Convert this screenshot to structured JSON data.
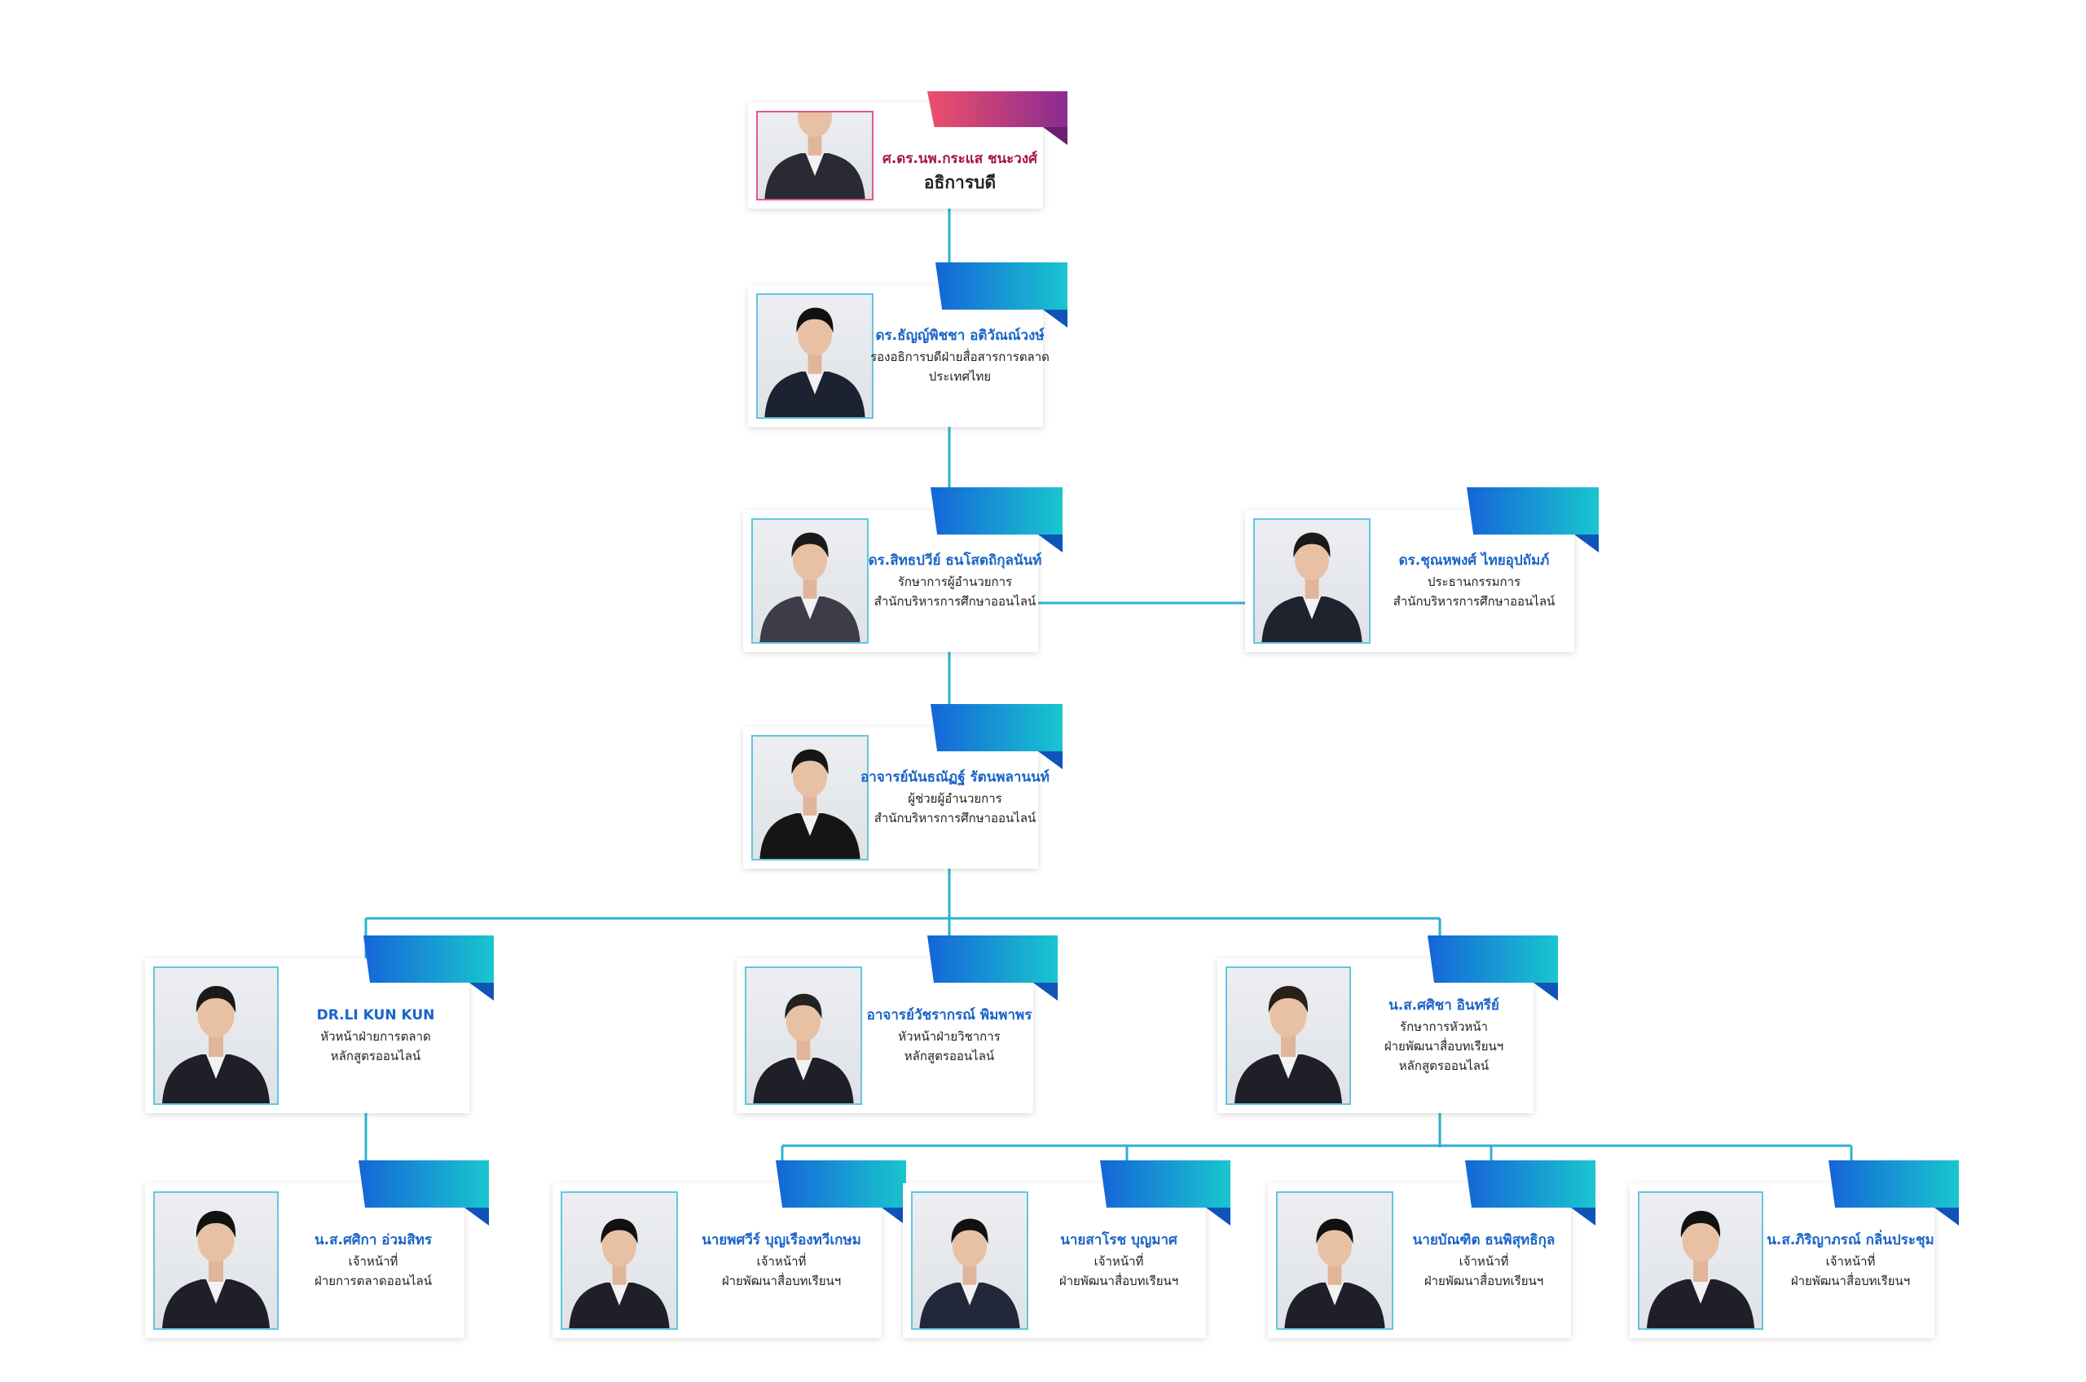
{
  "people": [
    {
      "id": "p1",
      "name": "ศ.ดร.นพ.กระแส ชนะวงศ์",
      "role": [
        "อธิการบดี"
      ]
    },
    {
      "id": "p2",
      "name": "ดร.ธัญญ์พิชชา อติวัณณ์วงษ์",
      "role": [
        "รองอธิการบดีฝ่ายสื่อสารการตลาด",
        "ประเทศไทย"
      ]
    },
    {
      "id": "p3",
      "name": "ดร.สิทธปวีย์ ธนโสตถิกุลนันท์",
      "role": [
        "รักษาการผู้อำนวยการ",
        "สำนักบริหารการศึกษาออนไลน์"
      ]
    },
    {
      "id": "p4",
      "name": "ดร.ชุณหพงศ์ ไทยอุปถัมภ์",
      "role": [
        "ประธานกรรมการ",
        "สำนักบริหารการศึกษาออนไลน์"
      ]
    },
    {
      "id": "p5",
      "name": "อาจารย์นันธณัฏฐ์ รัตนพลานนท์",
      "role": [
        "ผู้ช่วยผู้อำนวยการ",
        "สำนักบริหารการศึกษาออนไลน์"
      ]
    },
    {
      "id": "p6",
      "name": "DR.LI KUN KUN",
      "role": [
        "หัวหน้าฝ่ายการตลาด",
        "หลักสูตรออนไลน์"
      ]
    },
    {
      "id": "p7",
      "name": "อาจารย์วัชรากรณ์ พิมพาพร",
      "role": [
        "หัวหน้าฝ่ายวิชาการ",
        "หลักสูตรออนไลน์"
      ]
    },
    {
      "id": "p8",
      "name": "น.ส.ศศิชา อินทรีย์",
      "role": [
        "รักษาการหัวหน้า",
        "ฝ่ายพัฒนาสื่อบทเรียนฯ",
        "หลักสูตรออนไลน์"
      ]
    },
    {
      "id": "p9",
      "name": "น.ส.ศศิกา อ่วมสิทร",
      "role": [
        "เจ้าหน้าที่",
        "ฝ่ายการตลาดออนไลน์"
      ]
    },
    {
      "id": "p10",
      "name": "นายพศวีร์ บุญเรืองทวีเกษม",
      "role": [
        "เจ้าหน้าที่",
        "ฝ่ายพัฒนาสื่อบทเรียนฯ"
      ]
    },
    {
      "id": "p11",
      "name": "นายสาโรช บุญมาศ",
      "role": [
        "เจ้าหน้าที่",
        "ฝ่ายพัฒนาสื่อบทเรียนฯ"
      ]
    },
    {
      "id": "p12",
      "name": "นายบัณฑิต ธนพิสุทธิกุล",
      "role": [
        "เจ้าหน้าที่",
        "ฝ่ายพัฒนาสื่อบทเรียนฯ"
      ]
    },
    {
      "id": "p13",
      "name": "น.ส.ภิริญาภรณ์ กลิ่นประชุม",
      "role": [
        "เจ้าหน้าที่",
        "ฝ่ายพัฒนาสื่อบทเรียนฯ"
      ]
    }
  ],
  "colors": {
    "banner_blue_start": "#1565d8",
    "banner_blue_end": "#19c6cf",
    "banner_top_start": "#ee4f6c",
    "banner_top_end": "#8a2c90",
    "connector": "#2bb3cd",
    "name_blue": "#1a64c8",
    "name_red": "#a7134e"
  }
}
